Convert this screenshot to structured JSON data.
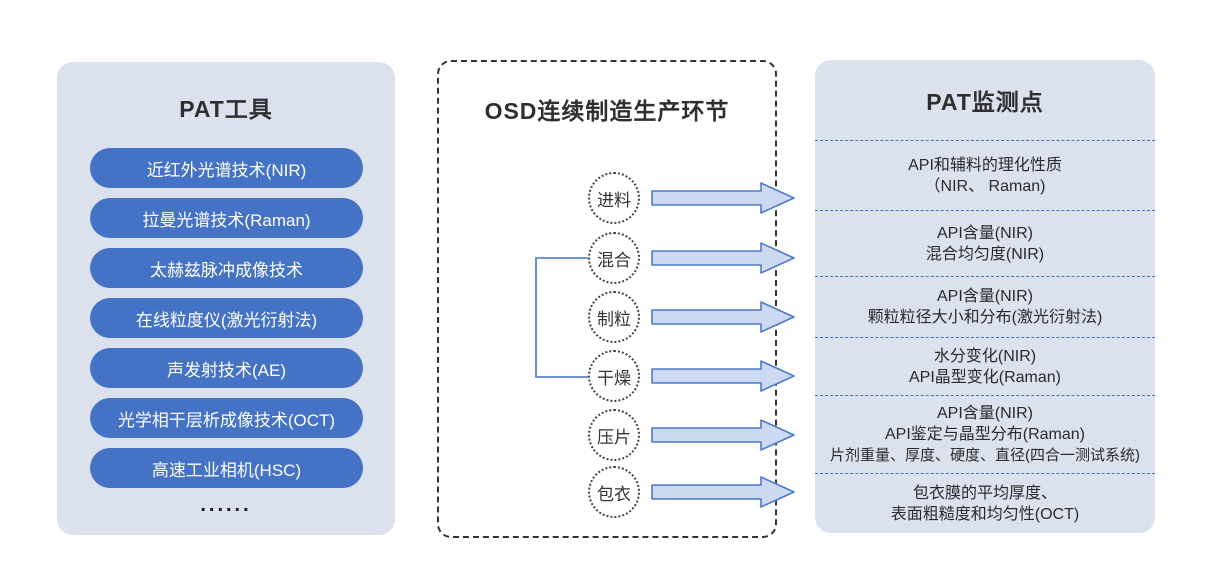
{
  "left_panel": {
    "title": "PAT工具",
    "tools": [
      "近红外光谱技术(NIR)",
      "拉曼光谱技术(Raman)",
      "太赫兹脉冲成像技术",
      "在线粒度仪(激光衍射法)",
      "声发射技术(AE)",
      "光学相干层析成像技术(OCT)",
      "高速工业相机(HSC)"
    ],
    "more_ellipsis": "......"
  },
  "middle_panel": {
    "title": "OSD连续制造生产环节",
    "steps": [
      "进料",
      "混合",
      "制粒",
      "干燥",
      "压片",
      "包衣"
    ]
  },
  "right_panel": {
    "title": "PAT监测点",
    "rows": [
      {
        "lines": [
          "API和辅料的理化性质",
          "（NIR、 Raman)"
        ]
      },
      {
        "lines": [
          "API含量(NIR)",
          "混合均匀度(NIR)"
        ]
      },
      {
        "lines": [
          "API含量(NIR)",
          "颗粒粒径大小和分布(激光衍射法)"
        ]
      },
      {
        "lines": [
          "水分变化(NIR)",
          "API晶型变化(Raman)"
        ]
      },
      {
        "lines": [
          "API含量(NIR)",
          "API鉴定与晶型分布(Raman)",
          "片剂重量、厚度、硬度、直径(四合一测试系统)"
        ]
      },
      {
        "lines": [
          "包衣膜的平均厚度、",
          "表面粗糙度和均匀性(OCT)"
        ]
      }
    ]
  },
  "colors": {
    "panel_background": "#dbe2ee",
    "pill_blue": "#4472c4",
    "arrow_fill": "#ccd9f2",
    "arrow_stroke": "#4d7ac8",
    "separator_dashed_blue": "#4472c4",
    "dashed_border_dark": "#333333"
  }
}
